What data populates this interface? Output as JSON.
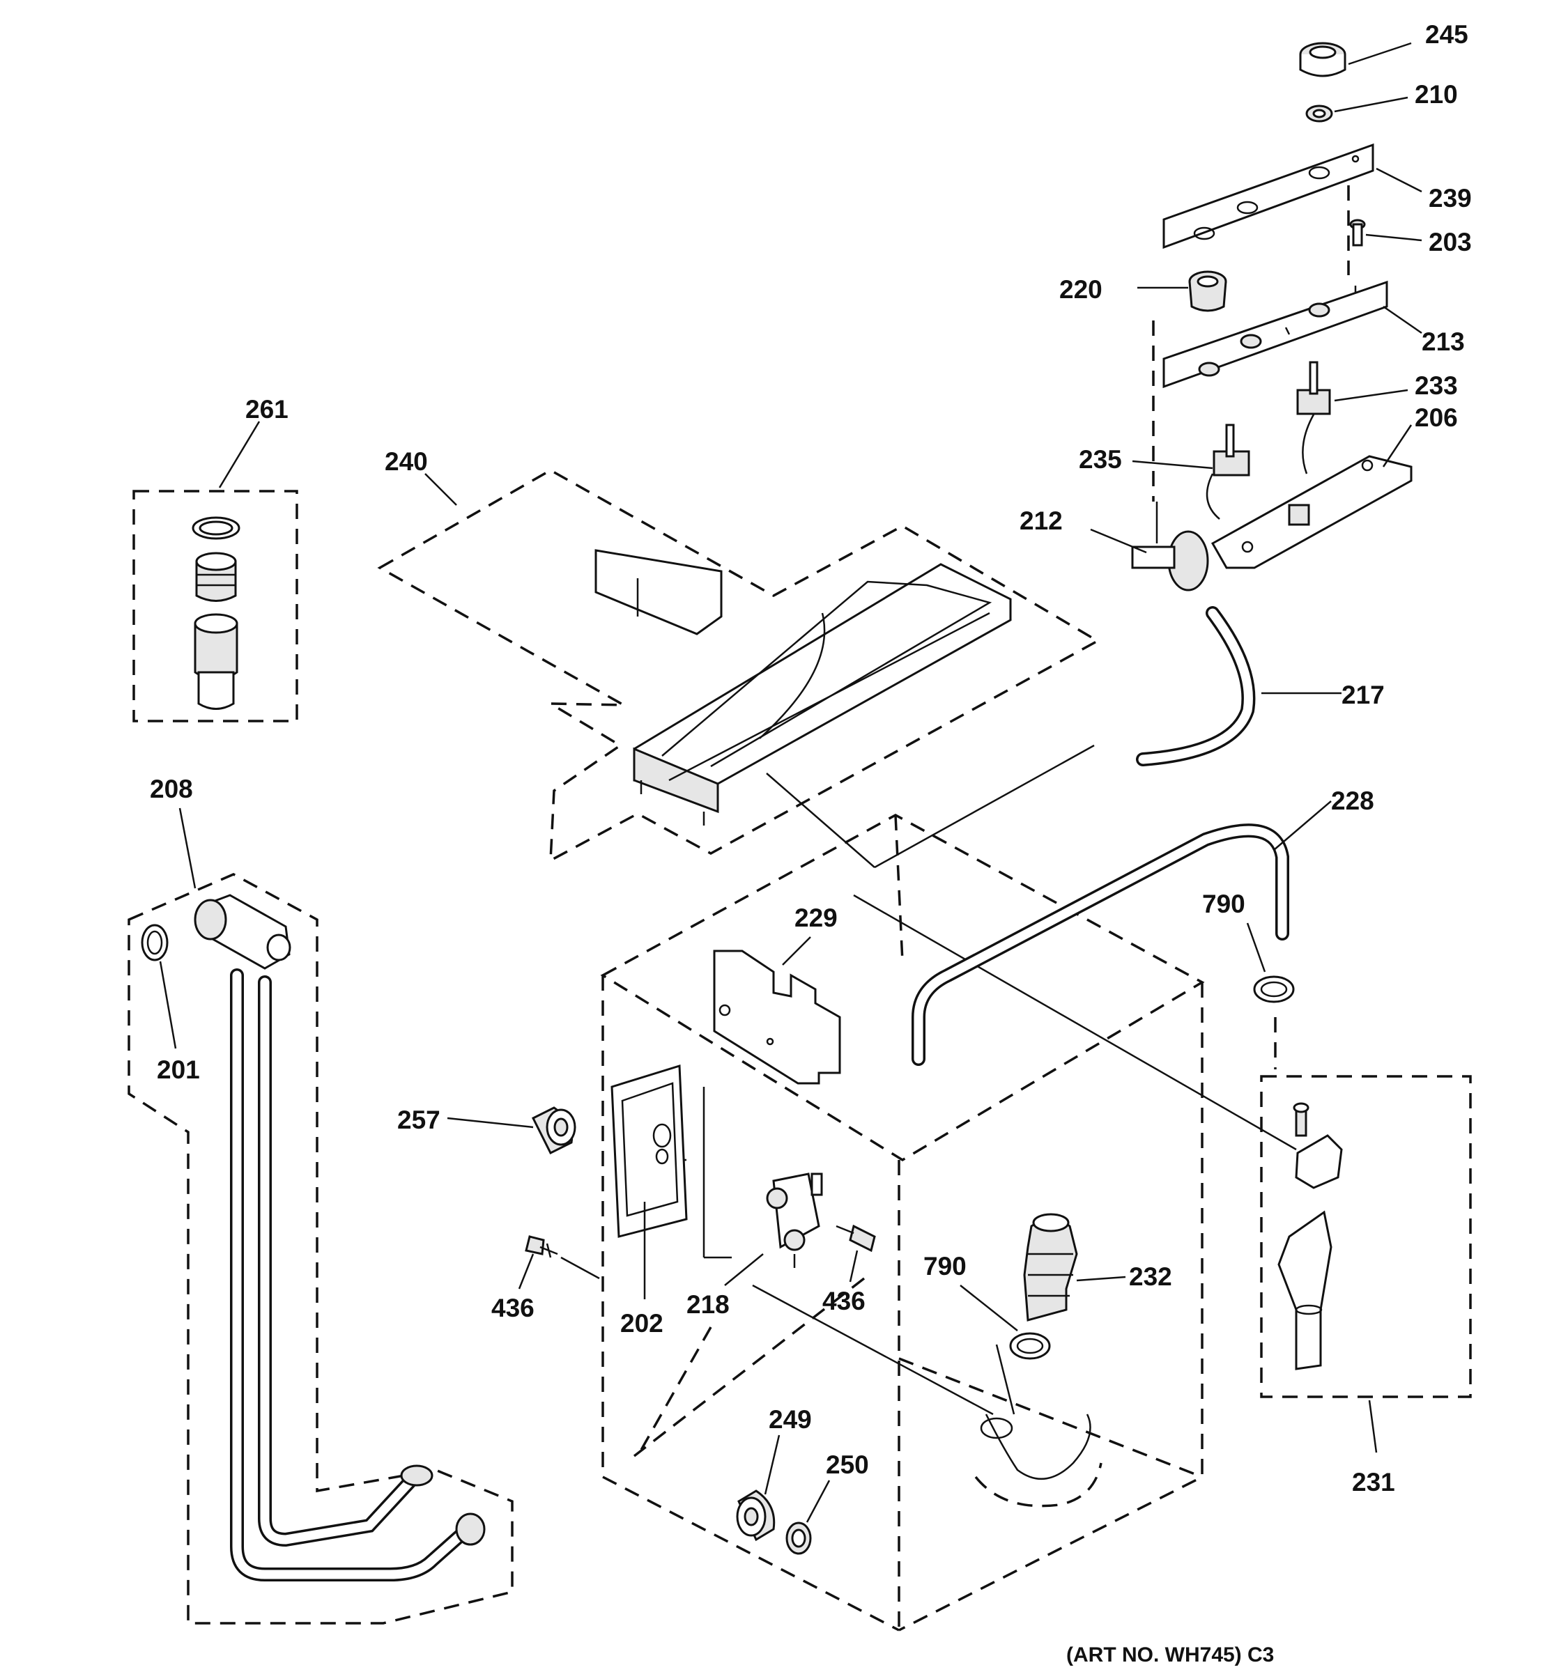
{
  "art_number": "(ART NO. WH745) C3",
  "labels": {
    "p245": "245",
    "p210": "210",
    "p239": "239",
    "p203": "203",
    "p220": "220",
    "p213": "213",
    "p233": "233",
    "p206": "206",
    "p235": "235",
    "p212": "212",
    "p217": "217",
    "p228": "228",
    "p261": "261",
    "p240": "240",
    "p208": "208",
    "p201": "201",
    "p790a": "790",
    "p229": "229",
    "p257": "257",
    "p436a": "436",
    "p202": "202",
    "p218": "218",
    "p436b": "436",
    "p790b": "790",
    "p232": "232",
    "p231": "231",
    "p249": "249",
    "p250": "250"
  }
}
